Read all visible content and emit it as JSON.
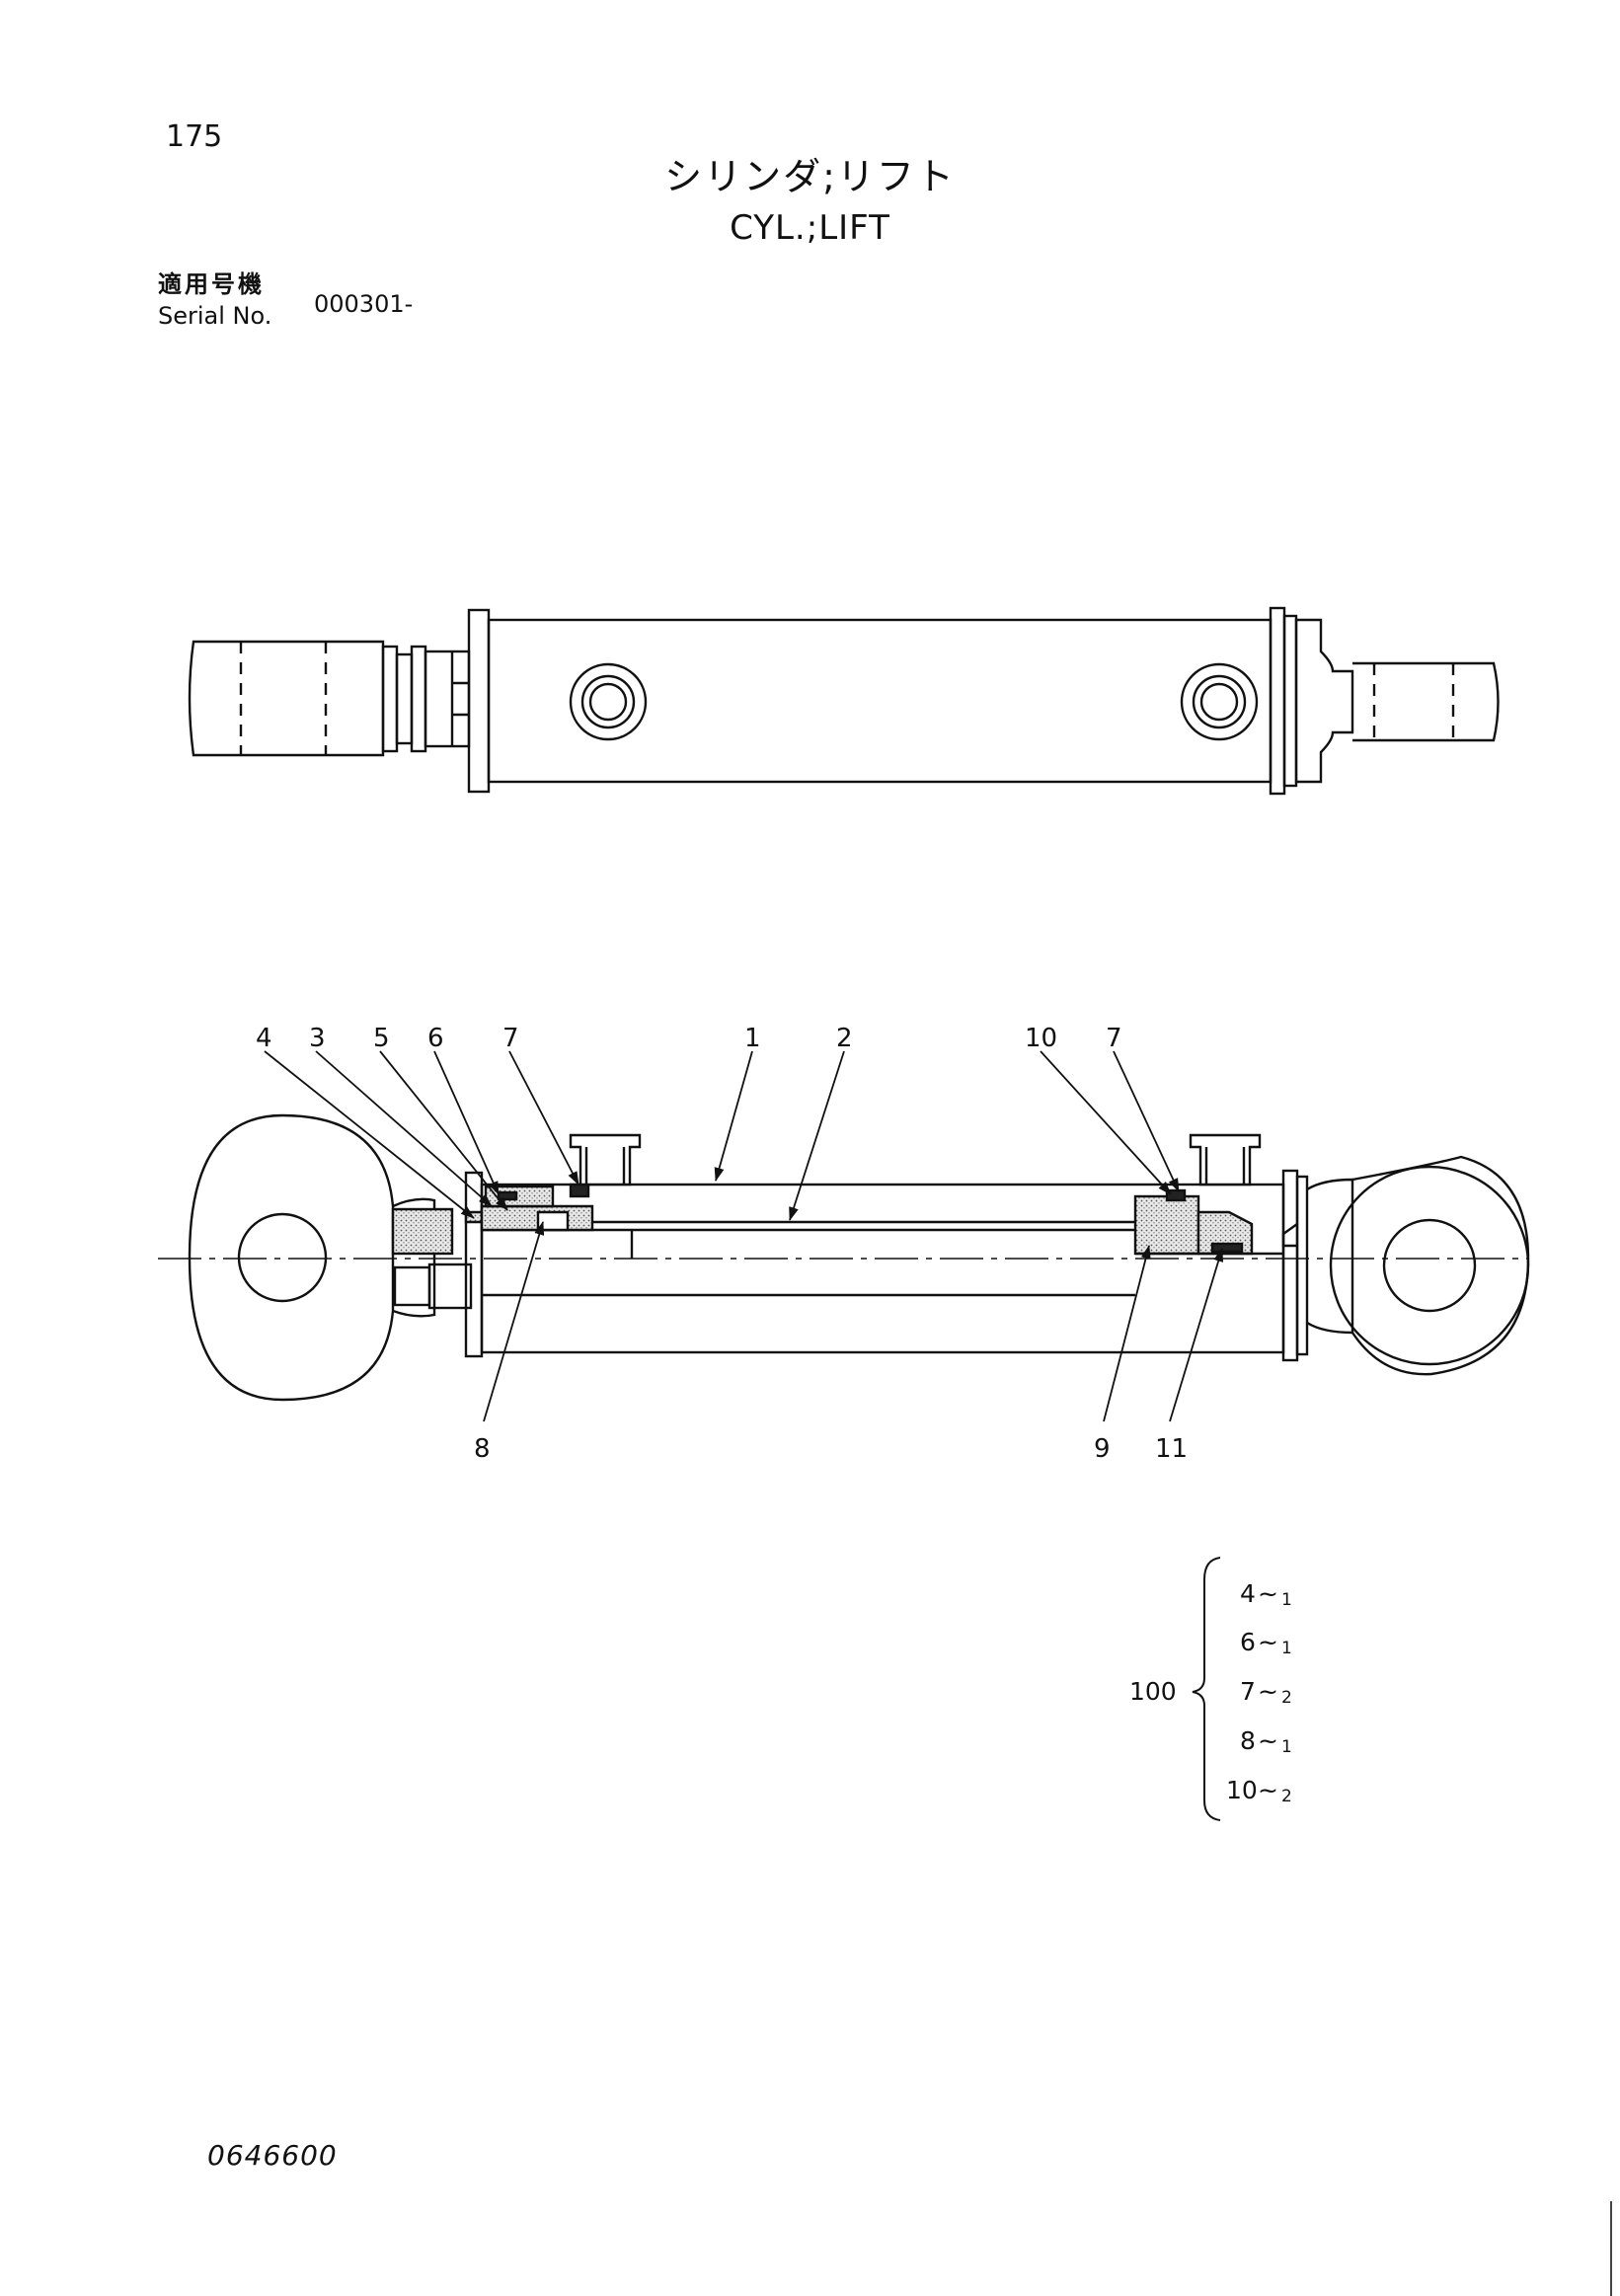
{
  "header": {
    "page_number": "175",
    "title_jp": "シリンダ;リフト",
    "title_en": "CYL.;LIFT",
    "serial_label_jp": "適用号機",
    "serial_label_en": "Serial No.",
    "serial_value": "000301-"
  },
  "callouts": [
    "4",
    "3",
    "5",
    "6",
    "7",
    "1",
    "2",
    "10",
    "7",
    "8",
    "9",
    "11"
  ],
  "kit": {
    "number": "100",
    "items": [
      {
        "part": "4",
        "sep": "~",
        "qty": "1"
      },
      {
        "part": "6",
        "sep": "~",
        "qty": "1"
      },
      {
        "part": "7",
        "sep": "~",
        "qty": "2"
      },
      {
        "part": "8",
        "sep": "~",
        "qty": "1"
      },
      {
        "part": "10",
        "sep": "~",
        "qty": "2"
      }
    ]
  },
  "footer": {
    "doc_number": "0646600"
  }
}
